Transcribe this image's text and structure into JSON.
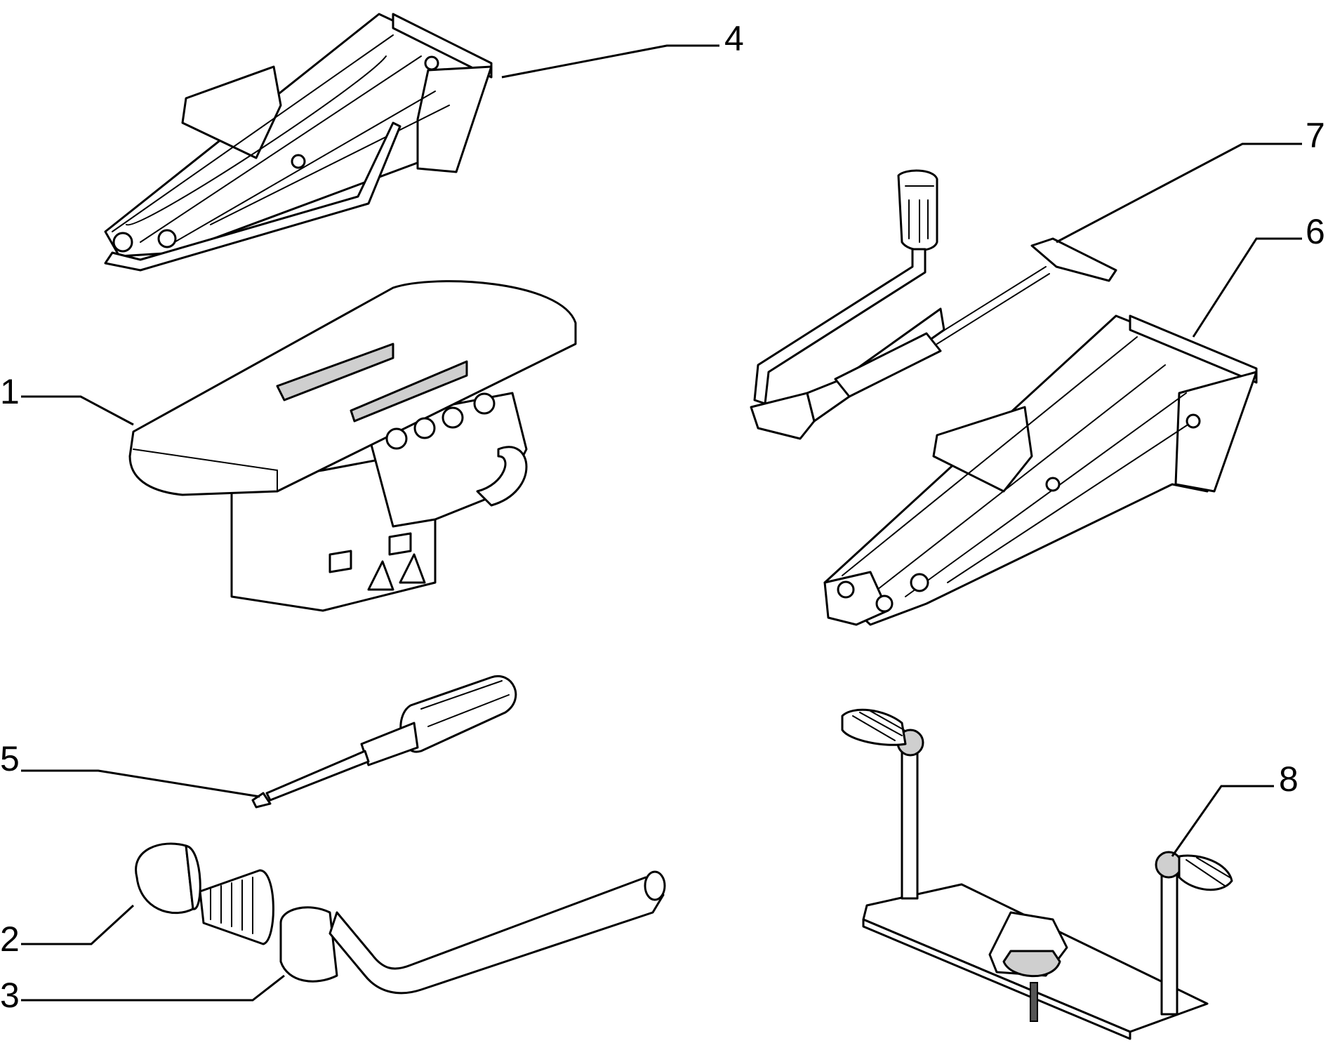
{
  "callouts": [
    {
      "id": "1",
      "part": "jack-mounting-bracket"
    },
    {
      "id": "2",
      "part": "socket-adapter"
    },
    {
      "id": "3",
      "part": "wheel-brace"
    },
    {
      "id": "4",
      "part": "scissor-jack-small"
    },
    {
      "id": "5",
      "part": "screwdriver"
    },
    {
      "id": "6",
      "part": "scissor-jack-large"
    },
    {
      "id": "7",
      "part": "jack-crank-handle"
    },
    {
      "id": "8",
      "part": "spare-wheel-clamp"
    }
  ],
  "colors": {
    "line": "#000000",
    "background": "#ffffff"
  }
}
